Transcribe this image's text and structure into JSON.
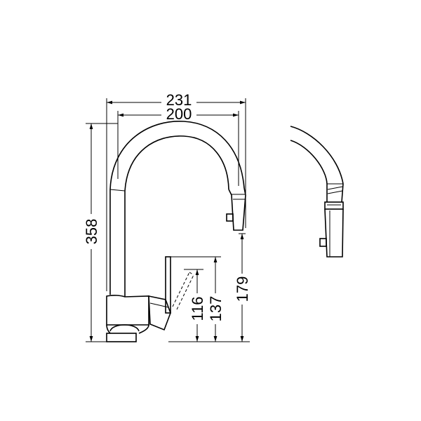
{
  "dimensions": {
    "overall_width": "231",
    "spout_width": "200",
    "total_height": "358",
    "lever_height": "116",
    "body_height": "137",
    "spout_clearance": "179"
  },
  "colors": {
    "line": "#000000",
    "background": "#ffffff"
  }
}
